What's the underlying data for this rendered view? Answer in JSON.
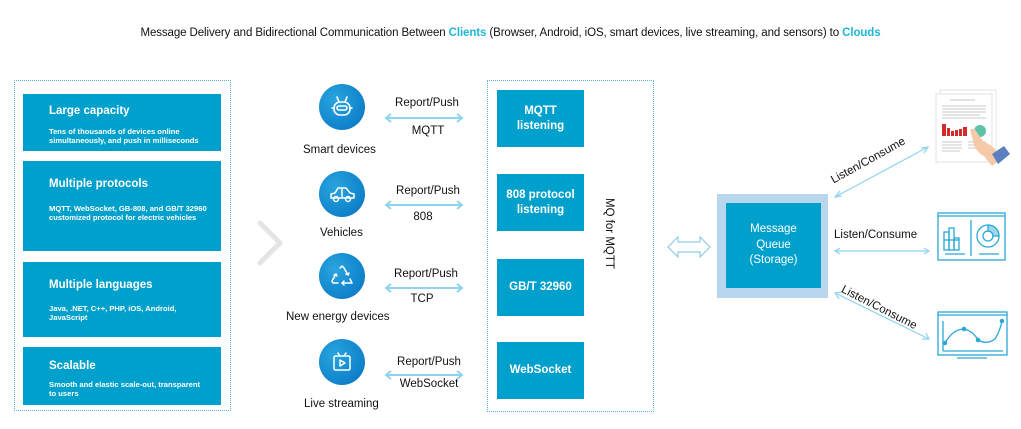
{
  "title": {
    "part1": "Message Delivery and Bidirectional Communication Between ",
    "highlight1": "Clients",
    "part2": " (Browser, Android, iOS, smart devices, live streaming, and sensors) to ",
    "highlight2": "Clouds"
  },
  "colors": {
    "accent": "#00a0cc",
    "highlight_text": "#1fb6d6",
    "dotted_border": "#5ab4dd",
    "storage_outer": "#b8d7ee",
    "arrow": "#7fcbe8"
  },
  "features": [
    {
      "title": "Large capacity",
      "description": "Tens of thousands of devices online simultaneously, and push in milliseconds"
    },
    {
      "title": "Multiple protocols",
      "description": "MQTT, WebSocket, GB-808, and GB/T 32960 customized protocol for electric vehicles"
    },
    {
      "title": "Multiple languages",
      "description": "Java, .NET, C++, PHP, iOS, Android, JavaScript"
    },
    {
      "title": "Scalable",
      "description": "Smooth and elastic scale-out, transparent to users"
    }
  ],
  "devices": [
    {
      "label": "Smart devices",
      "icon": "robot-icon",
      "action": "Report/Push",
      "protocol": "MQTT"
    },
    {
      "label": "Vehicles",
      "icon": "car-icon",
      "action": "Report/Push",
      "protocol": "808"
    },
    {
      "label": "New energy devices",
      "icon": "recycle-icon",
      "action": "Report/Push",
      "protocol": "TCP"
    },
    {
      "label": "Live streaming",
      "icon": "tv-play-icon",
      "action": "Report/Push",
      "protocol": "WebSocket"
    }
  ],
  "listeners": [
    {
      "label": "MQTT\nlistening"
    },
    {
      "label": "808 protocol\nlistening"
    },
    {
      "label": "GB/T 32960"
    },
    {
      "label": "WebSocket"
    }
  ],
  "gateway_label": "MQ for MQTT",
  "queue": {
    "line1": "Message",
    "line2": "Queue",
    "line3": "(Storage)"
  },
  "consumers": [
    {
      "action": "Listen/Consume",
      "icon": "report-document-icon"
    },
    {
      "action": "Listen/Consume",
      "icon": "dashboard-chart-icon"
    },
    {
      "action": "Listen/Consume",
      "icon": "line-chart-monitor-icon"
    }
  ]
}
